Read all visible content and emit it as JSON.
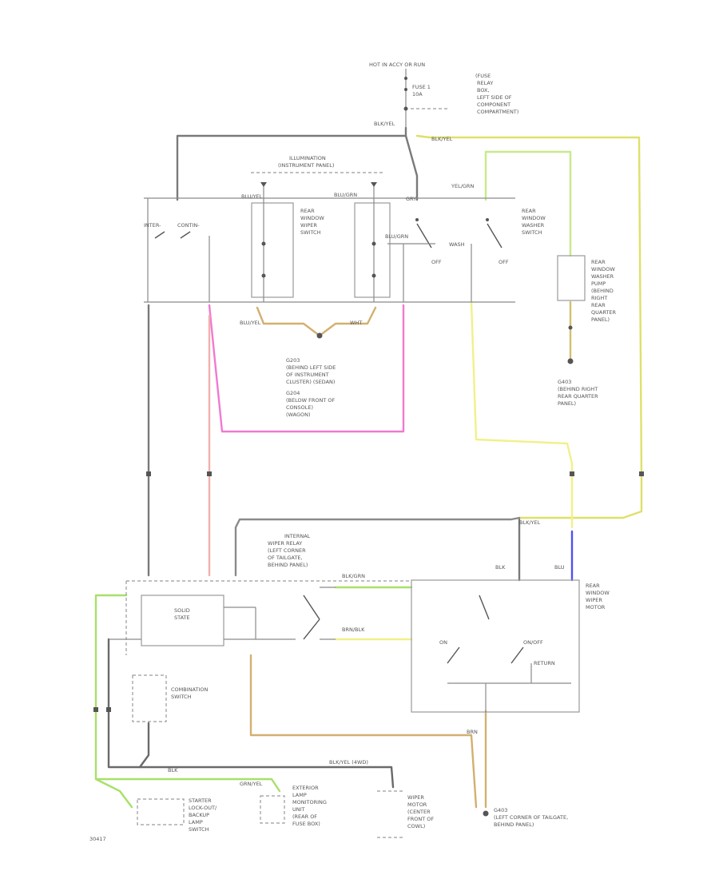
{
  "colors": {
    "grey_wire": "#7a7a7a",
    "green_wire": "#a8e06a",
    "yellow_wire": "#f2f08a",
    "pink_wire": "#f07ad0",
    "light_pink_wire": "#f2b0b0",
    "tan_wire": "#d2b070",
    "blue_wire": "#5050f0",
    "dark_grey_wire": "#555555"
  },
  "labels": {
    "hot_header": "HOT IN ACCY OR RUN",
    "fuse_box_1": "(FUSE",
    "fuse_box_2": "RELAY",
    "fuse_box_3": "BOX,",
    "fuse_box_4": "LEFT SIDE OF",
    "fuse_box_5": "COMPONENT",
    "fuse_box_6": "COMPARTMENT)",
    "fuse_num": "FUSE 1",
    "fuse_amp": "10A",
    "illum_1": "ILLUMINATION",
    "illum_2": "(INSTRUMENT PANEL)",
    "rwws_1": "REAR",
    "rwws_2": "WINDOW",
    "rwws_3": "WIPER",
    "rwws_4": "SWITCH",
    "rwwash_1": "REAR",
    "rwwash_2": "WINDOW",
    "rwwash_3": "WASHER",
    "rwwash_4": "SWITCH",
    "pump_1": "REAR",
    "pump_2": "WINDOW",
    "pump_3": "WASHER",
    "pump_4": "PUMP",
    "pump_5": "(BEHIND",
    "pump_6": "RIGHT",
    "pump_7": "REAR",
    "pump_8": "QUARTER",
    "pump_9": "PANEL)",
    "g_mid_1": "G203",
    "g_mid_2": "(BEHIND LEFT SIDE",
    "g_mid_3": "OF INSTRUMENT",
    "g_mid_4": "CLUSTER) (SEDAN)",
    "g_mid_5": "G204",
    "g_mid_6": "(BELOW FRONT OF",
    "g_mid_7": "CONSOLE)",
    "g_mid_8": "(WAGON)",
    "g_right_1": "G403",
    "g_right_2": "(BEHIND RIGHT",
    "g_right_3": "REAR QUARTER",
    "g_right_4": "PANEL)",
    "relay_1": "INTERNAL",
    "relay_2": "WIPER RELAY",
    "relay_3": "(LEFT CORNER",
    "relay_4": "OF TAILGATE,",
    "relay_5": "BEHIND PANEL)",
    "solid_1": "SOLID",
    "solid_2": "STATE",
    "motor_1": "REAR",
    "motor_2": "WINDOW",
    "motor_3": "WIPER",
    "motor_4": "MOTOR",
    "combo_1": "COMBINATION",
    "combo_2": "SWITCH",
    "starter_1": "STARTER",
    "starter_2": "LOCK-OUT/",
    "starter_3": "BACKUP",
    "starter_4": "LAMP",
    "starter_5": "SWITCH",
    "ext_1": "EXTERIOR",
    "ext_2": "LAMP",
    "ext_3": "MONITORING",
    "ext_4": "UNIT",
    "ext_5": "(REAR OF",
    "ext_6": "FUSE BOX)",
    "wm_1": "WIPER",
    "wm_2": "MOTOR",
    "wm_3": "(CENTER",
    "wm_4": "FRONT OF",
    "wm_5": "COWL)",
    "g_bottom_1": "G403",
    "g_bottom_2": "(LEFT CORNER OF TAILGATE,",
    "g_bottom_3": "BEHIND PANEL)",
    "int_label": "INTER-",
    "cont_label": "CONTIN-",
    "off_1": "OFF",
    "off_2": "OFF",
    "wash": "WASH",
    "on_label": "ON",
    "return_label": "RETURN",
    "on_off_label": "ON/OFF",
    "wire_blk_yel_top": "BLK/YEL",
    "wire_blk_yel_2": "BLK/YEL",
    "wire_yel_grn": "YEL/GRN",
    "wire_blk_yel_3": "BLK/YEL",
    "wire_blu": "BLU",
    "wire_blk": "BLK",
    "wire_blk_bottom": "BLK",
    "wire_blk_grn": "BLK/GRN",
    "wire_grn_yel": "GRN/YEL",
    "wire_blk_yel_bottom": "BLK/YEL (4WD)",
    "wire_brn": "BRN",
    "wire_brn_blk": "BRN/BLK",
    "wire_blu_yel": "BLU/YEL",
    "wire_blu_grn": "BLU/GRN",
    "wire_blu_grn_2": "BLU/GRN",
    "wire_blu_yel_2": "BLU/YEL",
    "wire_gry": "GRY",
    "wire_wht": "WHT",
    "code": "30417"
  }
}
